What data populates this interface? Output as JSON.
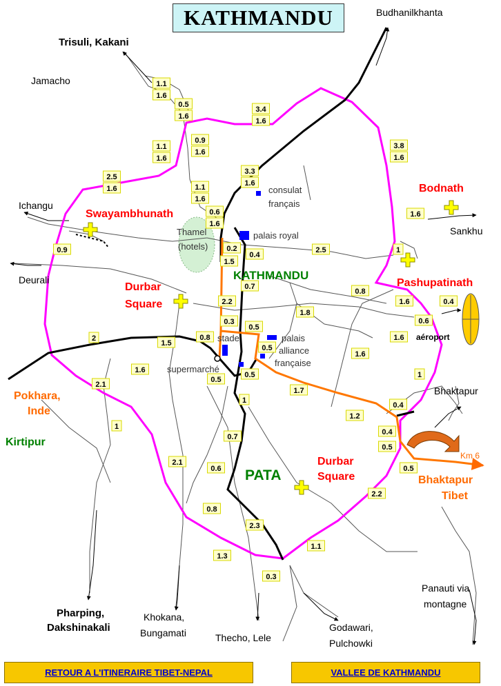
{
  "title": "KATHMANDU",
  "footer": {
    "left_link": "RETOUR A L'ITINERAIRE TIBET-NEPAL",
    "right_link": "VALLEE DE KATHMANDU"
  },
  "colors": {
    "ring_road": "#ff00ff",
    "main_route": "#ff7700",
    "roads": "#000000",
    "distance_box": "#ffffcc",
    "temple_icon": "#ffff00",
    "landmark_square": "#0000ff",
    "red_label": "#ff0000",
    "green_label": "#008000",
    "orange_label": "#ff6a00"
  },
  "destinations": [
    {
      "id": "trisuli",
      "text": "Trisuli, Kakani",
      "bold": true
    },
    {
      "id": "budhanilkhanta",
      "text": "Budhanilkhanta",
      "bold": false
    },
    {
      "id": "jamacho",
      "text": "Jamacho",
      "bold": false
    },
    {
      "id": "ichangu",
      "text": "Ichangu",
      "bold": false
    },
    {
      "id": "deurali",
      "text": "Deurali",
      "bold": false
    },
    {
      "id": "sankhu",
      "text": "Sankhu",
      "bold": false
    },
    {
      "id": "bhaktapur",
      "text": "Bhaktapur",
      "bold": false
    },
    {
      "id": "panauti1",
      "text": "Panauti via",
      "bold": false
    },
    {
      "id": "panauti2",
      "text": "montagne",
      "bold": false
    },
    {
      "id": "pharping1",
      "text": "Pharping,",
      "bold": true
    },
    {
      "id": "pharping2",
      "text": "Dakshinakali",
      "bold": true
    },
    {
      "id": "khokana1",
      "text": "Khokana,",
      "bold": false
    },
    {
      "id": "khokana2",
      "text": "Bungamati",
      "bold": false
    },
    {
      "id": "thecho",
      "text": "Thecho, Lele",
      "bold": false
    },
    {
      "id": "godawari1",
      "text": "Godawari,",
      "bold": false
    },
    {
      "id": "godawari2",
      "text": "Pulchowki",
      "bold": false
    }
  ],
  "places": [
    {
      "id": "swayambhunath",
      "text": "Swayambhunath",
      "color": "red"
    },
    {
      "id": "bodnath",
      "text": "Bodnath",
      "color": "red"
    },
    {
      "id": "pashupatinath",
      "text": "Pashupatinath",
      "color": "red"
    },
    {
      "id": "durbar1a",
      "text": "Durbar",
      "color": "red"
    },
    {
      "id": "durbar1b",
      "text": "Square",
      "color": "red"
    },
    {
      "id": "durbar2a",
      "text": "Durbar",
      "color": "red"
    },
    {
      "id": "durbar2b",
      "text": "Square",
      "color": "red"
    },
    {
      "id": "kathmandu",
      "text": "KATHMANDU",
      "color": "green"
    },
    {
      "id": "pata",
      "text": "PATA",
      "color": "green"
    },
    {
      "id": "kirtipur",
      "text": "Kirtipur",
      "color": "green"
    },
    {
      "id": "pokhara1",
      "text": "Pokhara,",
      "color": "orange"
    },
    {
      "id": "pokhara2",
      "text": "Inde",
      "color": "orange"
    },
    {
      "id": "bhaktibet1",
      "text": "Bhaktapur",
      "color": "orange"
    },
    {
      "id": "bhaktibet2",
      "text": "Tibet",
      "color": "orange"
    },
    {
      "id": "km6",
      "text": "Km 6",
      "color": "orange"
    }
  ],
  "landmarks": [
    {
      "id": "consulat1",
      "text": "consulat"
    },
    {
      "id": "consulat2",
      "text": "français"
    },
    {
      "id": "palais_royal",
      "text": "palais royal"
    },
    {
      "id": "thamel1",
      "text": "Thamel"
    },
    {
      "id": "thamel2",
      "text": "(hotels)"
    },
    {
      "id": "stade",
      "text": "stade"
    },
    {
      "id": "supermarche",
      "text": "supermarché"
    },
    {
      "id": "alliance1",
      "text": "palais"
    },
    {
      "id": "alliance2",
      "text": "alliance"
    },
    {
      "id": "alliance3",
      "text": "française"
    },
    {
      "id": "aeroport",
      "text": "aéroport"
    }
  ],
  "distances": [
    "1.1",
    "1.6",
    "0.5",
    "1.6",
    "3.4",
    "1.6",
    "0.9",
    "1.6",
    "1.1",
    "1.6",
    "2.5",
    "1.6",
    "3.8",
    "1.6",
    "3.3",
    "1.6",
    "1.1",
    "1.6",
    "0.6",
    "1.6",
    "0.9",
    "0.2",
    "0.4",
    "1.5",
    "2.5",
    "1.6",
    "1",
    "0.8",
    "0.7",
    "2.2",
    "1.6",
    "0.4",
    "0.3",
    "0.5",
    "1.8",
    "0.6",
    "0.8",
    "0.5",
    "1.6",
    "2",
    "1.5",
    "1.6",
    "1.6",
    "2.1",
    "0.5",
    "0.5",
    "1",
    "1.7",
    "0.4",
    "1",
    "1.2",
    "0.4",
    "1",
    "0.5",
    "0.7",
    "0.5",
    "2.1",
    "0.6",
    "0.8",
    "2.2",
    "2.3",
    "1.1",
    "1.3",
    "0.3"
  ]
}
